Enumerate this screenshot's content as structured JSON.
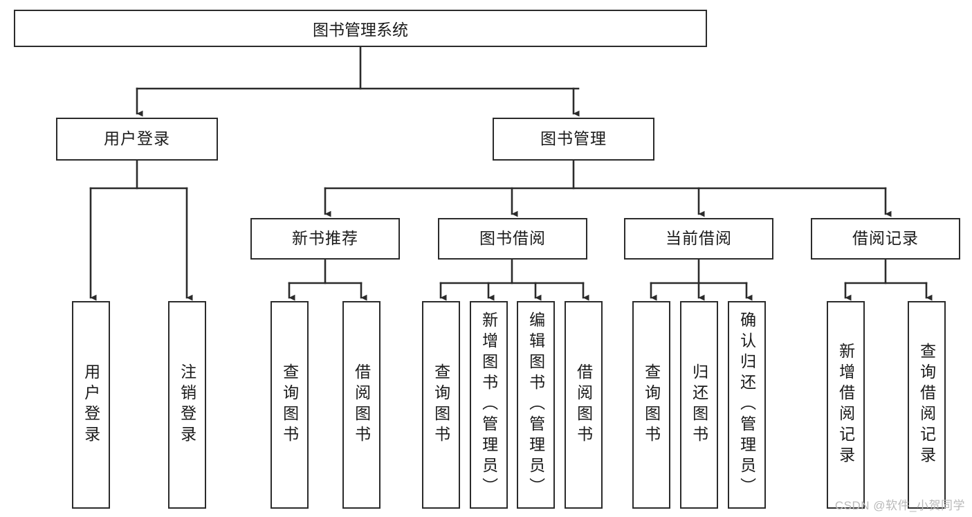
{
  "diagram": {
    "title": "图书管理系统",
    "type": "hierarchy-tree",
    "watermark": "CSDN @软件_小贺同学",
    "colors": {
      "box_border": "#2b2b2b",
      "box_fill": "#ffffff",
      "line": "#2b2b2b",
      "text": "#1a1a1a",
      "watermark": "#b9b9b9",
      "background": "#ffffff"
    },
    "levels": {
      "root": {
        "label": "图书管理系统"
      },
      "level2": [
        {
          "label": "用户登录"
        },
        {
          "label": "图书管理"
        }
      ],
      "level3": [
        {
          "label": "新书推荐"
        },
        {
          "label": "图书借阅"
        },
        {
          "label": "当前借阅"
        },
        {
          "label": "借阅记录"
        }
      ],
      "leaves": {
        "user_login": [
          {
            "label": "用户登录"
          },
          {
            "label": "注销登录"
          }
        ],
        "new_book_recommend": [
          {
            "label": "查询图书"
          },
          {
            "label": "借阅图书"
          }
        ],
        "book_borrow": [
          {
            "label": "查询图书"
          },
          {
            "label": "新增图书（管理员）"
          },
          {
            "label": "编辑图书（管理员）"
          },
          {
            "label": "借阅图书"
          }
        ],
        "current_borrow": [
          {
            "label": "查询图书"
          },
          {
            "label": "归还图书"
          },
          {
            "label": "确认归还（管理员）"
          }
        ],
        "borrow_record": [
          {
            "label": "新增借阅记录"
          },
          {
            "label": "查询借阅记录"
          }
        ]
      }
    }
  }
}
